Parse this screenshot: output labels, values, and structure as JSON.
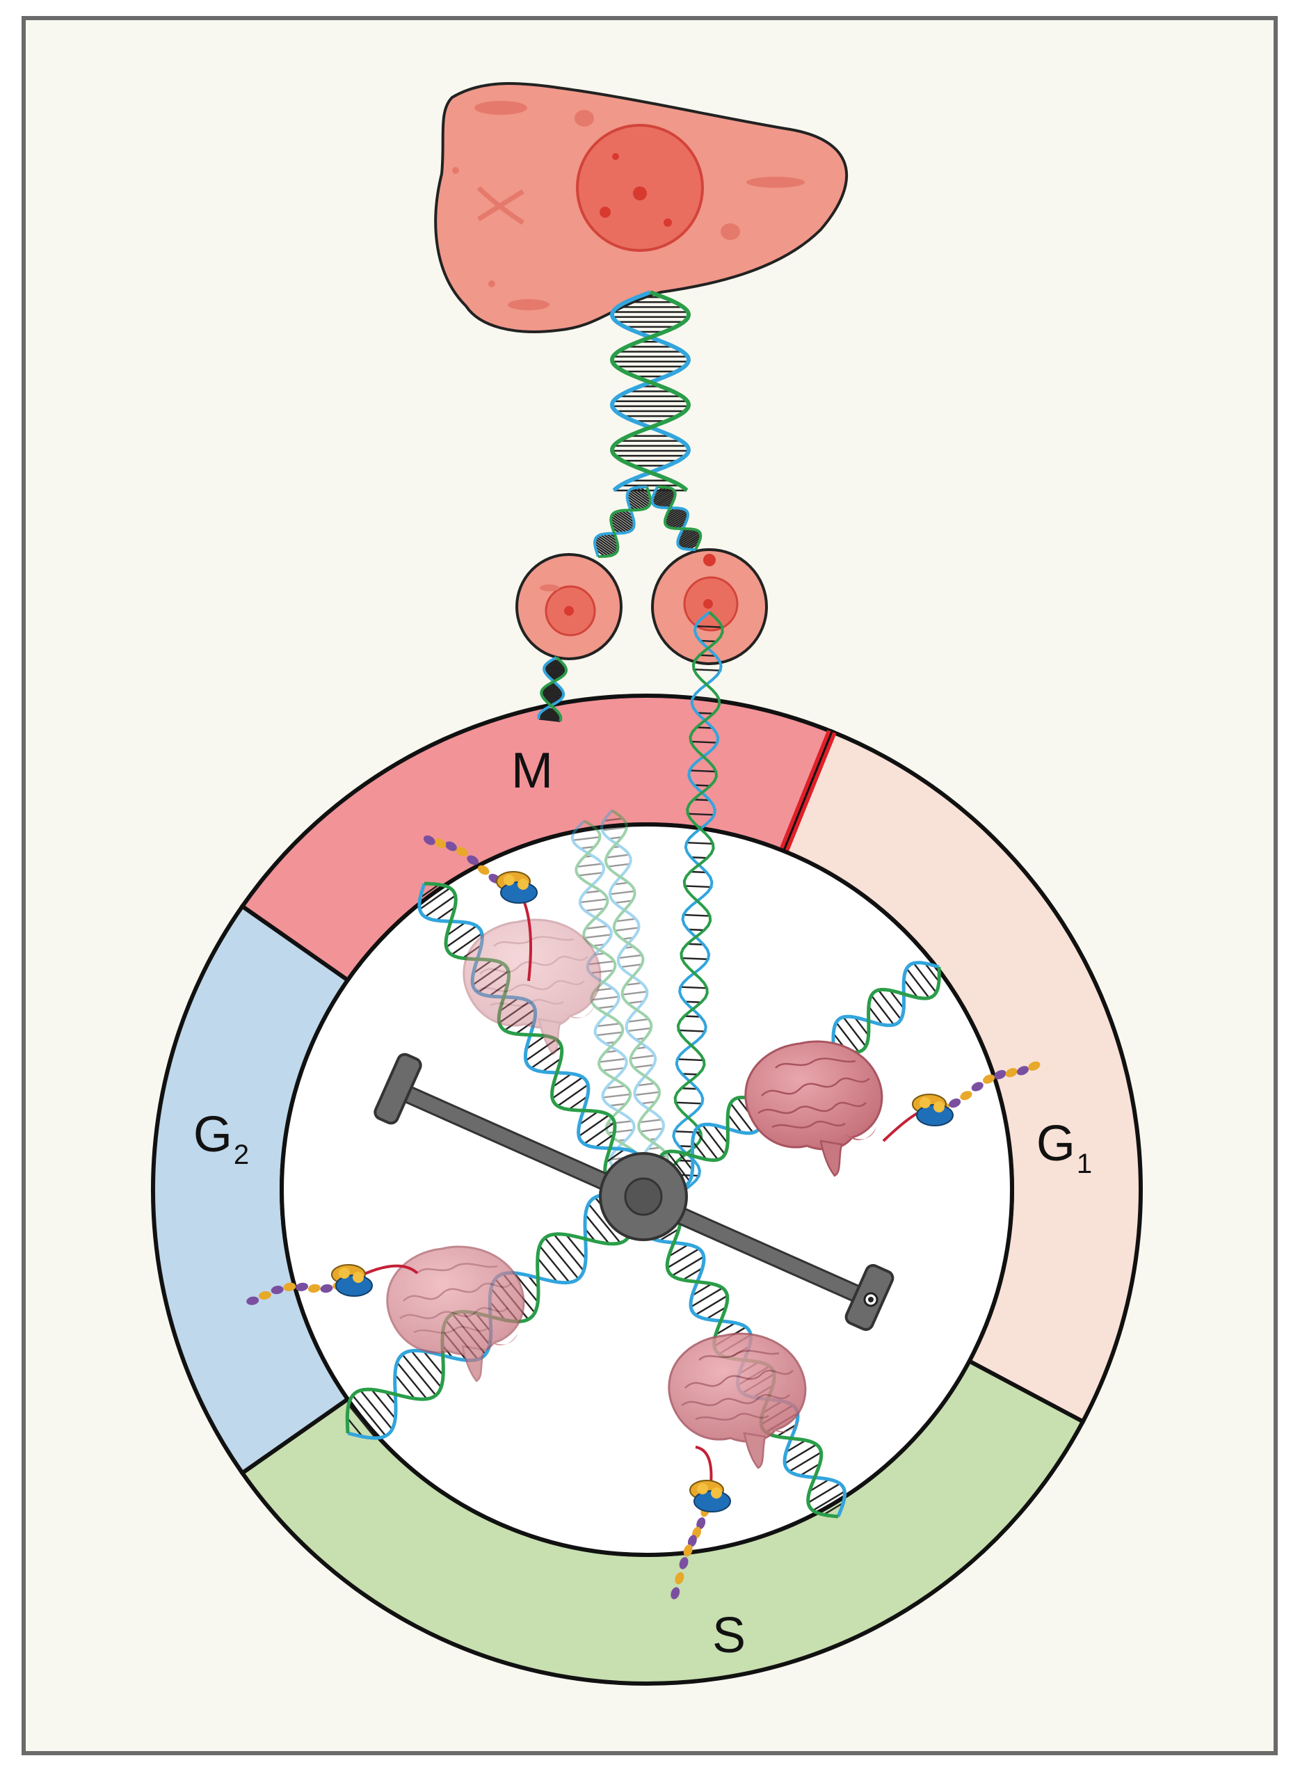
{
  "phases": {
    "m": {
      "label": "M",
      "color": "#f29398"
    },
    "g1": {
      "label": "G",
      "sub": "1",
      "color": "#f8e1d6"
    },
    "s": {
      "label": "S",
      "color": "#c8dfb0"
    },
    "g2": {
      "label": "G",
      "sub": "2",
      "color": "#bfd8eb"
    }
  },
  "colors": {
    "background": "#f8f8f0",
    "frame": "#6a6a6a",
    "cell_body": "#f0988a",
    "nucleus": "#e8645a",
    "dna_strand_a": "#32a5dd",
    "dna_strand_b": "#2a9d49",
    "rna": "#c42036",
    "brain": "#d8868f",
    "protein": [
      "#7a4fa0",
      "#e8a82a"
    ],
    "crank": "#6b6b6b",
    "checkpoint_marker": "#e0202a"
  },
  "icons": [
    "cell-icon",
    "dna-helix-icon",
    "brain-icon",
    "ribosome-icon",
    "crank-icon"
  ]
}
